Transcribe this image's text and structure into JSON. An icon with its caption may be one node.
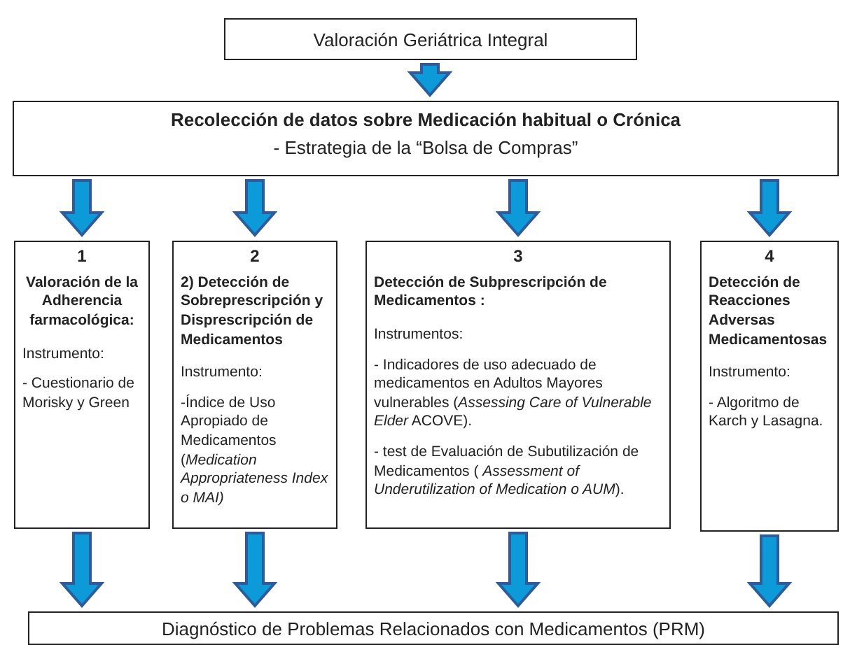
{
  "diagram": {
    "nodes": [
      {
        "text": [
          "Valoración Geriátrica Integral"
        ]
      },
      {
        "text": [
          "Recolección de datos sobre Medicación habitual o Crónica",
          "- Estrategia de la “Bolsa de Compras”"
        ]
      },
      {
        "text": [
          "1",
          "Valoración de la Adherencia farmacológica:",
          "Instrumento:",
          "- Cuestionario de Morisky y Green"
        ]
      },
      {
        "text": [
          "2",
          "2) Detección de Sobreprescripción y Disprescripción de Medicamentos",
          "Instrumento:",
          "-Índice de Uso Apropiado de Medicamentos (*Medication Appropriateness Index o MAI)*"
        ]
      },
      {
        "text": [
          "3",
          "Detección de Subprescripción de Medicamentos :",
          "Instrumentos:",
          "- Indicadores de uso adecuado de medicamentos en Adultos Mayores vulnerables (*Assessing Care of Vulnerable Elder* ACOVE).",
          "- test de Evaluación de Subutilización de Medicamentos ( *Assessment of Underutilization of Medication o AUM*)."
        ]
      },
      {
        "text": [
          "4",
          "Detección de Reacciones Adversas Medicamentosas",
          "Instrumento:",
          "- Algoritmo de Karch y Lasagna."
        ]
      },
      {
        "text": [
          "Diagnóstico de Problemas Relacionados con Medicamentos (PRM)"
        ]
      }
    ],
    "edges": [
      {
        "from": 0,
        "to": 1,
        "arrow": "to"
      },
      {
        "from": 1,
        "to": 2,
        "arrow": "to"
      },
      {
        "from": 1,
        "to": 3,
        "arrow": "to"
      },
      {
        "from": 1,
        "to": 4,
        "arrow": "to"
      },
      {
        "from": 1,
        "to": 5,
        "arrow": "to"
      },
      {
        "from": 2,
        "to": 6,
        "arrow": "to"
      },
      {
        "from": 3,
        "to": 6,
        "arrow": "to"
      },
      {
        "from": 4,
        "to": 6,
        "arrow": "to"
      },
      {
        "from": 5,
        "to": 6,
        "arrow": "to"
      }
    ]
  }
}
